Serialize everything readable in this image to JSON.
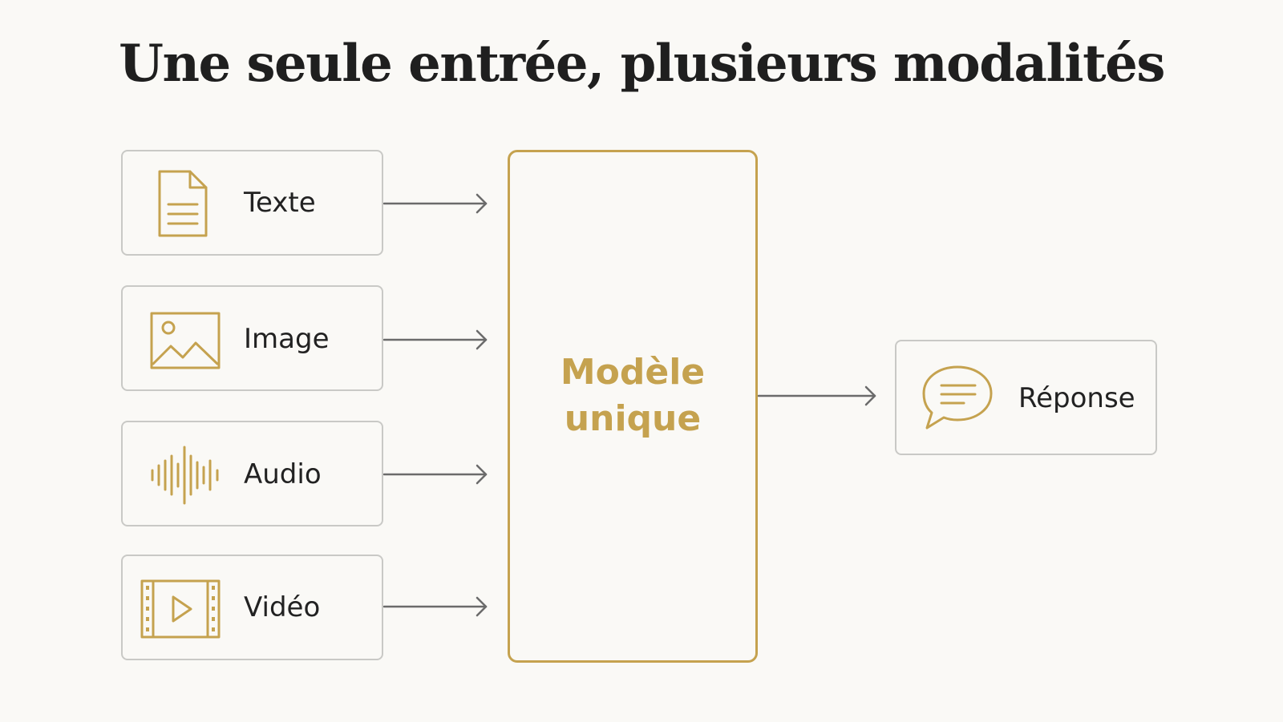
{
  "title": "Une seule entrée, plusieurs modalités",
  "colors": {
    "accent": "#C5A24F",
    "border": "#C9C9C6",
    "arrow": "#6B6B6B",
    "background": "#FAF9F6",
    "text": "#1F1F1F"
  },
  "inputs": [
    {
      "label": "Texte",
      "icon": "document-icon"
    },
    {
      "label": "Image",
      "icon": "image-icon"
    },
    {
      "label": "Audio",
      "icon": "audio-waveform-icon"
    },
    {
      "label": "Vidéo",
      "icon": "video-film-icon"
    }
  ],
  "model": {
    "line1": "Modèle",
    "line2": "unique"
  },
  "output": {
    "label": "Réponse",
    "icon": "chat-bubble-icon"
  }
}
